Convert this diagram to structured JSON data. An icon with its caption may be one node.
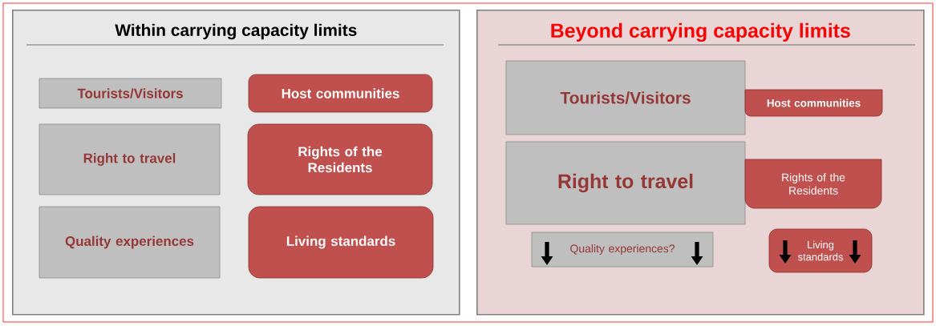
{
  "diagram": {
    "nodes": [
      {
        "text": [
          "Within carrying capacity limits"
        ]
      },
      {
        "text": [
          "Tourists/Visitors"
        ],
        "in": 0
      },
      {
        "text": [
          "Host communities"
        ],
        "in": 0
      },
      {
        "text": [
          "Right to travel"
        ],
        "in": 0
      },
      {
        "text": [
          "Rights of the Residents"
        ],
        "in": 0
      },
      {
        "text": [
          "Quality experiences"
        ],
        "in": 0
      },
      {
        "text": [
          "Living standards"
        ],
        "in": 0
      },
      {
        "text": [
          "Beyond carrying capacity limits"
        ]
      },
      {
        "text": [
          "Tourists/Visitors"
        ],
        "in": 7
      },
      {
        "text": [
          "Host communities"
        ],
        "in": 7
      },
      {
        "text": [
          "Right to travel"
        ],
        "in": 7
      },
      {
        "text": [
          "Rights of the Residents"
        ],
        "in": 7
      },
      {
        "text": [
          "Quality experiences?"
        ],
        "in": 7
      },
      {
        "text": [
          "Living standards"
        ],
        "in": 7
      }
    ]
  }
}
